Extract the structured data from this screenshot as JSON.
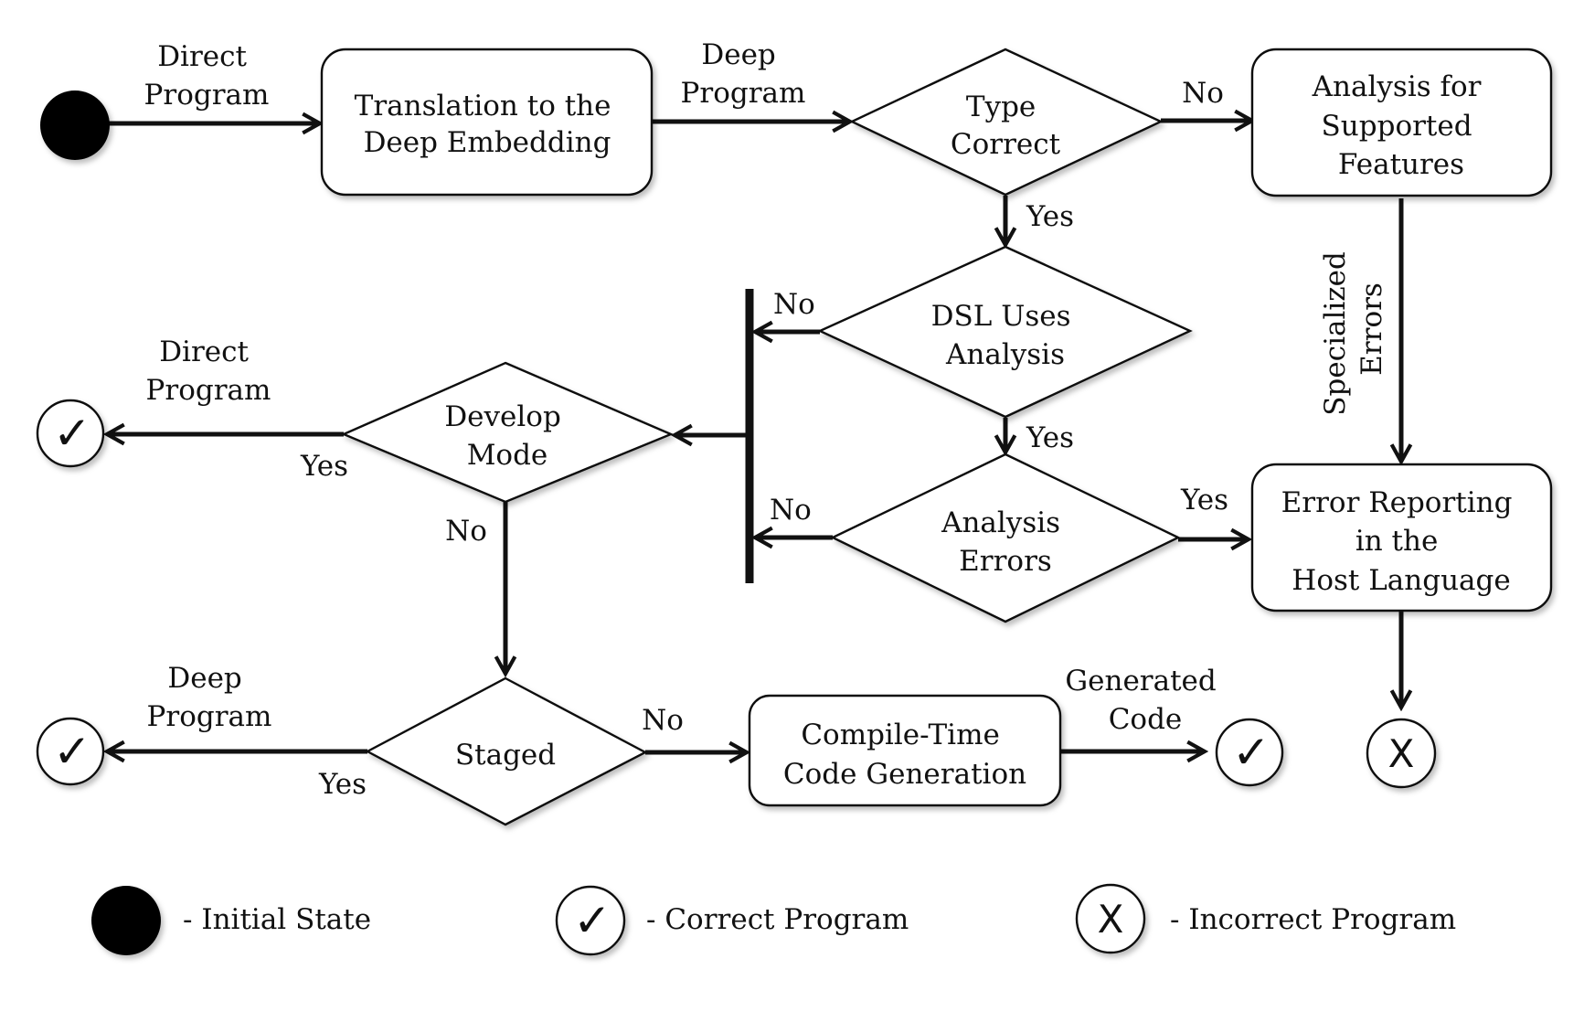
{
  "nodes": {
    "translation": [
      "Translation to the",
      "Deep Embedding"
    ],
    "type_correct": [
      "Type",
      "Correct"
    ],
    "analysis_supported": [
      "Analysis for",
      "Supported",
      "Features"
    ],
    "dsl_uses_analysis": [
      "DSL Uses",
      "Analysis"
    ],
    "analysis_errors": [
      "Analysis",
      "Errors"
    ],
    "error_reporting": [
      "Error Reporting",
      "in the",
      "Host Language"
    ],
    "develop_mode": [
      "Develop",
      "Mode"
    ],
    "staged": [
      "Staged"
    ],
    "codegen": [
      "Compile-Time",
      "Code Generation"
    ]
  },
  "edges": {
    "direct_program_in": [
      "Direct",
      "Program"
    ],
    "deep_program": [
      "Deep",
      "Program"
    ],
    "type_no": "No",
    "type_yes": "Yes",
    "specialized_errors": [
      "Specialized",
      "Errors"
    ],
    "dsl_no": "No",
    "dsl_yes": "Yes",
    "analysis_no": "No",
    "analysis_yes": "Yes",
    "develop_out": [
      "Direct",
      "Program"
    ],
    "develop_yes": "Yes",
    "develop_no": "No",
    "staged_out": [
      "Deep",
      "Program"
    ],
    "staged_yes": "Yes",
    "staged_no": "No",
    "generated_code": [
      "Generated",
      "Code"
    ]
  },
  "legend": {
    "initial": "- Initial State",
    "correct": "- Correct Program",
    "incorrect": "- Incorrect Program"
  },
  "glyphs": {
    "check": "✓",
    "x": "X"
  }
}
